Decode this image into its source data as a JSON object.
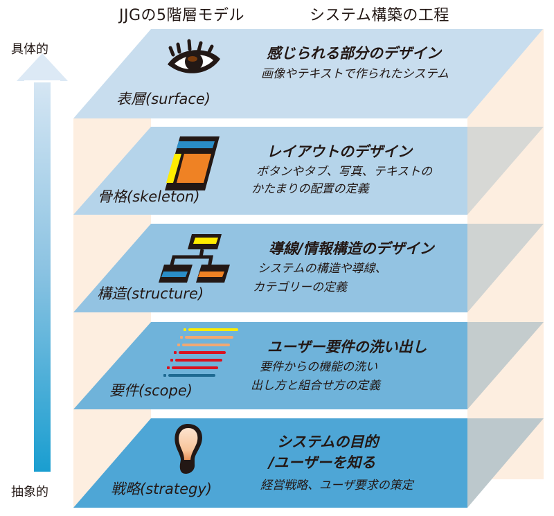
{
  "header": {
    "title_left": "JJGの5階層モデル",
    "title_right": "システム構築の工程"
  },
  "axis": {
    "top_label": "具体的",
    "bottom_label": "抽象的",
    "direction": "up",
    "gradient_top": "#dce9f5",
    "gradient_bottom": "#1a9ed0"
  },
  "colors": {
    "back_panel": "#fdeee0",
    "side_face": "#d7d8d5",
    "text": "#231815"
  },
  "layers": [
    {
      "name": "表層(surface)",
      "icon": "eye-icon",
      "heading": "感じられる部分のデザイン",
      "description": [
        "画像やテキストで作られたシステム"
      ],
      "color": "#c8ddee"
    },
    {
      "name": "骨格(skeleton)",
      "icon": "layout-icon",
      "heading": "レイアウトのデザイン",
      "description": [
        "ボタンやタブ、写真、テキストの",
        "かたまりの配置の定義"
      ],
      "color": "#b5d4ea"
    },
    {
      "name": "構造(structure)",
      "icon": "hierarchy-icon",
      "heading": "導線/情報構造のデザイン",
      "description": [
        "システムの構造や導線、",
        "カテゴリーの定義"
      ],
      "color": "#93c3e2"
    },
    {
      "name": "要件(scope)",
      "icon": "requirements-list-icon",
      "heading": "ユーザー要件の洗い出し",
      "description": [
        "要件からの機能の洗い",
        "出し方と組合せ方の定義"
      ],
      "color": "#6fb3da"
    },
    {
      "name": "戦略(strategy)",
      "icon": "lightbulb-icon",
      "heading": [
        "システムの目的",
        "/ユーザーを知る"
      ],
      "description": [
        "経営戦略、ユーザ要求の策定"
      ],
      "color": "#4ea6d6"
    }
  ]
}
